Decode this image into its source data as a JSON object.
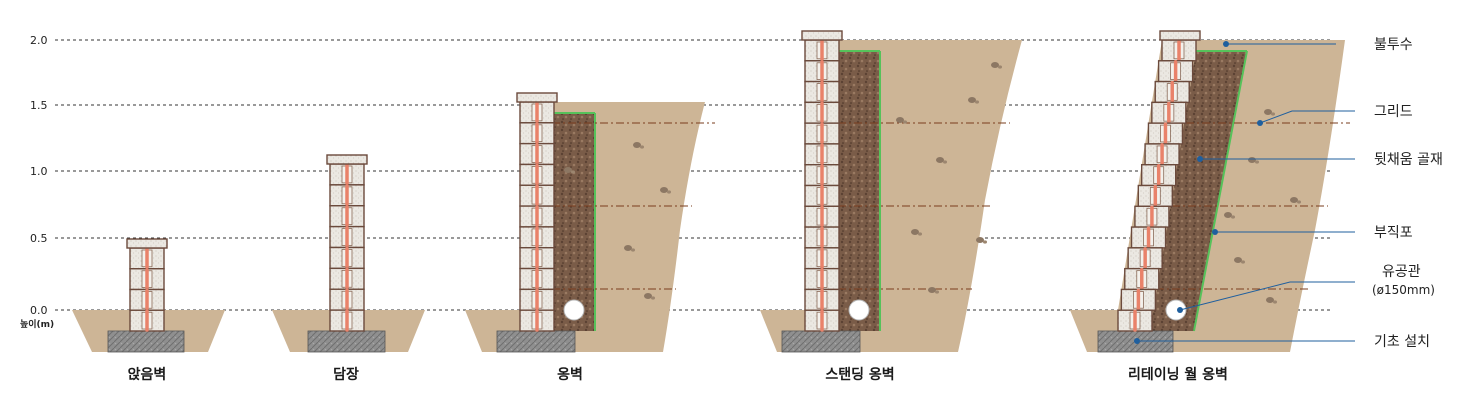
{
  "axis": {
    "ticks": [
      "2.0",
      "1.5",
      "1.0",
      "0.5",
      "0.0"
    ],
    "unit_label": "높이(m)"
  },
  "walls": [
    {
      "id": "sitting",
      "name": "앉음벽",
      "height_m": 0.5
    },
    {
      "id": "fence",
      "name": "담장",
      "height_m": 1.1
    },
    {
      "id": "retaining",
      "name": "옹벽",
      "height_m": 1.6
    },
    {
      "id": "standing",
      "name": "스탠딩 옹벽",
      "height_m": 2.05
    },
    {
      "id": "retaining-wall",
      "name": "리테이닝 월 옹벽",
      "height_m": 2.05
    }
  ],
  "callouts": [
    {
      "id": "impermeable",
      "label": "불투수"
    },
    {
      "id": "grid",
      "label": "그리드"
    },
    {
      "id": "backfill",
      "label": "뒷채움 골재"
    },
    {
      "id": "geotextile",
      "label": "부직포"
    },
    {
      "id": "pipe",
      "label": "유공관",
      "sublabel": "(ø150mm)"
    },
    {
      "id": "foundation",
      "label": "기초 설치"
    }
  ],
  "colors": {
    "soil": "#cdb596",
    "gravel": "#7a5c48",
    "block": "#e9e6e0",
    "block_edge": "#6b4a3c",
    "rebar": "#e9826a",
    "geotextile": "#56c25a",
    "foundation": "#8d8d8d",
    "callout_line": "#1f5f9e"
  }
}
